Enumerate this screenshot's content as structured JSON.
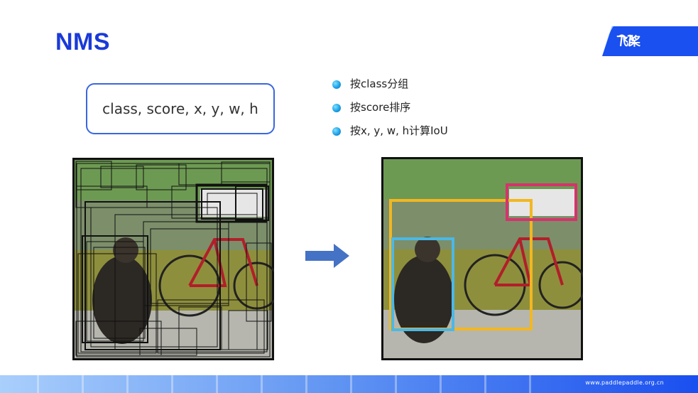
{
  "slide": {
    "title": "NMS",
    "logo_text": "飞桨",
    "fields_text": "class, score, x, y, w, h",
    "bullets": [
      "按class分组",
      "按score排序",
      "按x, y, w, h计算IoU"
    ],
    "footer_url": "www.paddlepaddle.org.cn"
  },
  "colors": {
    "title": "#1a3ad8",
    "box_border": "#3a67e0",
    "bullet_dot": "#1da1e6",
    "arrow": "#4472c4",
    "box_person_dog": "#f2b720",
    "box_dog": "#4bb8e6",
    "box_car": "#d6336c",
    "footer_dark": "#1a4ff0",
    "footer_light": "#7fb9ff"
  },
  "images": {
    "left": "photo of dog, bicycle and truck with many overlapping black detection boxes",
    "right": "same photo after NMS with three colored detection boxes"
  }
}
